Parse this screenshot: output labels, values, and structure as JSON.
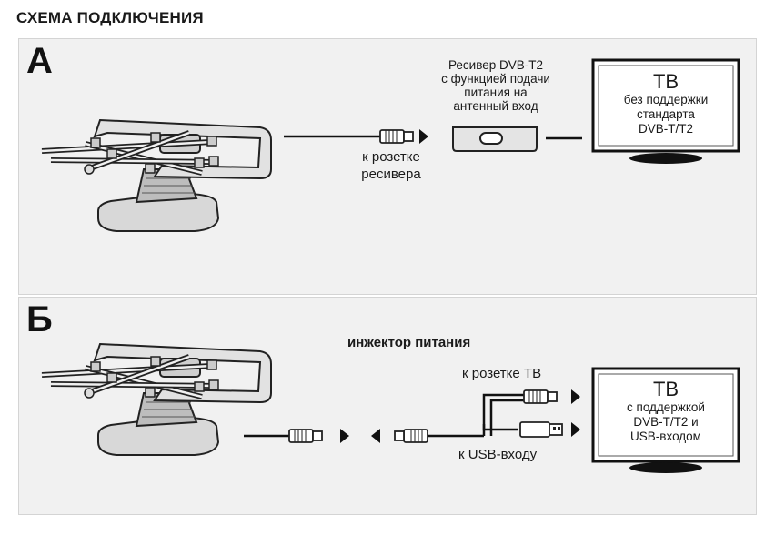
{
  "title": "СХЕМА ПОДКЛЮЧЕНИЯ",
  "panel_a": {
    "letter": "А",
    "receiver_caption_1": "Ресивер DVB-T2",
    "receiver_caption_2": "с функцией подачи",
    "receiver_caption_3": "питания на",
    "receiver_caption_4": "антенный  вход",
    "cable_caption_1": "к розетке",
    "cable_caption_2": "ресивера",
    "tv_title": "ТВ",
    "tv_text_1": "без поддержки",
    "tv_text_2": "стандарта",
    "tv_text_3": "DVB-T/T2"
  },
  "panel_b": {
    "letter": "Б",
    "injector_caption": "инжектор питания",
    "tv_socket_caption": "к розетке ТВ",
    "usb_caption": "к USB-входу",
    "tv_title": "ТВ",
    "tv_text_1": "с поддержкой",
    "tv_text_2": "DVB-T/T2 и",
    "tv_text_3": "USB-входом"
  }
}
